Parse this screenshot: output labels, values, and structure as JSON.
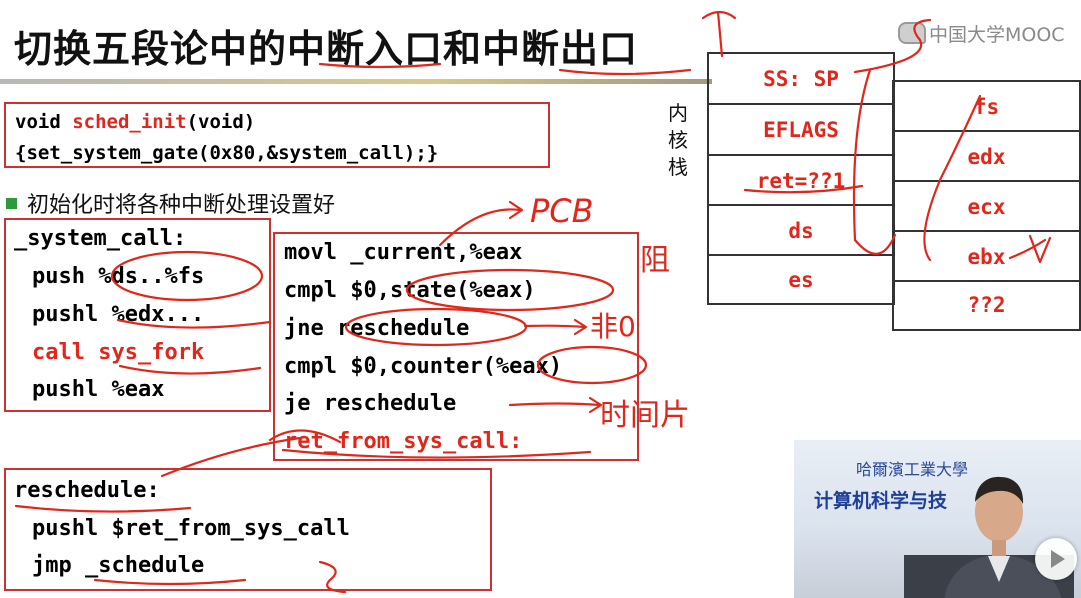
{
  "slide": {
    "title": "切换五段论中的中断入口和中断出口",
    "brand": "中国大学MOOC",
    "init_code": {
      "line1_keyword": "void ",
      "line1_func": "sched_init",
      "line1_rest": "(void)",
      "line2": "{set_system_gate(0x80,&system_call);}"
    },
    "bullet": "初始化时将各种中断处理设置好",
    "system_call": {
      "label": "_system_call:",
      "line1": "push %ds..%fs",
      "line2": "pushl %edx...",
      "line3": "call sys_fork",
      "line4": "pushl %eax"
    },
    "asm": [
      "movl _current,%eax",
      "cmpl $0,state(%eax)",
      "jne reschedule",
      "cmpl $0,counter(%eax)",
      "je reschedule",
      "ret_from_sys_call:"
    ],
    "reschedule": {
      "label": "reschedule:",
      "line1": "pushl $ret_from_sys_call",
      "line2": "jmp _schedule"
    },
    "kernel_stack_label": [
      "内",
      "核",
      "栈"
    ],
    "stack_left": [
      "SS: SP",
      "EFLAGS",
      "ret=??1",
      "ds",
      "es"
    ],
    "stack_right": [
      "fs",
      "edx",
      "ecx",
      "ebx",
      "??2"
    ],
    "video": {
      "school": "哈爾濱工業大學",
      "dept": "计算机科学与技"
    },
    "annotations": {
      "pcb": "PCB",
      "blocked": "阻",
      "non_zero": "非0",
      "time_slice": "时间片"
    },
    "colors": {
      "accent_red": "#e0271b",
      "box_red": "#d03030",
      "bullet_green": "#2a9a3a"
    }
  }
}
